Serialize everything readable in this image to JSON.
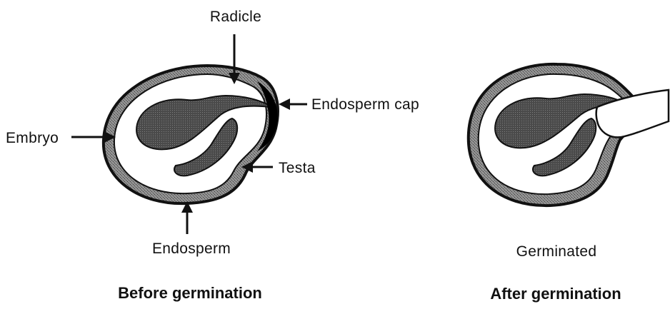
{
  "left_diagram": {
    "labels": {
      "radicle": "Radicle",
      "endosperm_cap": "Endosperm cap",
      "embryo": "Embryo",
      "testa": "Testa",
      "endosperm": "Endosperm"
    },
    "caption": "Before germination"
  },
  "right_diagram": {
    "label": "Germinated",
    "caption": "After germination"
  },
  "colors": {
    "testa": "#5e5e5e",
    "endosperm": "#ffffff",
    "embryo_fill": "#7f7f7f",
    "stroke": "#111111",
    "endosperm_cap": "#000000"
  }
}
